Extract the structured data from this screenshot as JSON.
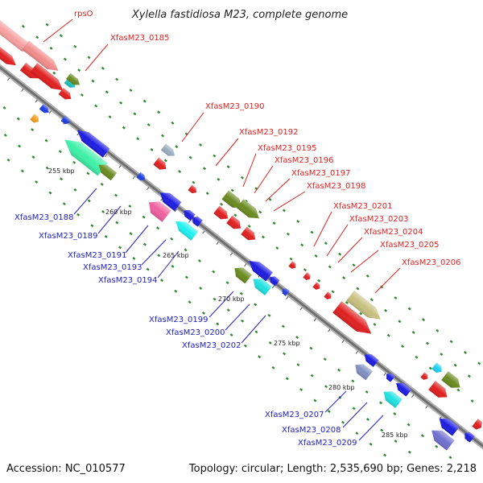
{
  "title": "Xylella fastidiosa M23, complete genome",
  "footer": {
    "accession": "Accession: NC_010577",
    "summary": "Topology: circular; Length: 2,535,690 bp; Genes: 2,218"
  },
  "colors": {
    "forward_label": "#e0211f",
    "reverse_label": "#2020c0",
    "backbone": "#909090",
    "tick": "#2e8b2e"
  },
  "ticks": [
    "255 kbp",
    "260 kbp",
    "265 kbp",
    "270 kbp",
    "275 kbp",
    "280 kbp",
    "285 kbp"
  ],
  "forward_labels": [
    "rpsO",
    "XfasM23_0185",
    "XfasM23_0190",
    "XfasM23_0192",
    "XfasM23_0195",
    "XfasM23_0196",
    "XfasM23_0197",
    "XfasM23_0198",
    "XfasM23_0201",
    "XfasM23_0203",
    "XfasM23_0204",
    "XfasM23_0205",
    "XfasM23_0206"
  ],
  "reverse_labels": [
    "XfasM23_0188",
    "XfasM23_0189",
    "XfasM23_0191",
    "XfasM23_0193",
    "XfasM23_0194",
    "XfasM23_0199",
    "XfasM23_0200",
    "XfasM23_0202",
    "XfasM23_0207",
    "XfasM23_0208",
    "XfasM23_0209"
  ]
}
